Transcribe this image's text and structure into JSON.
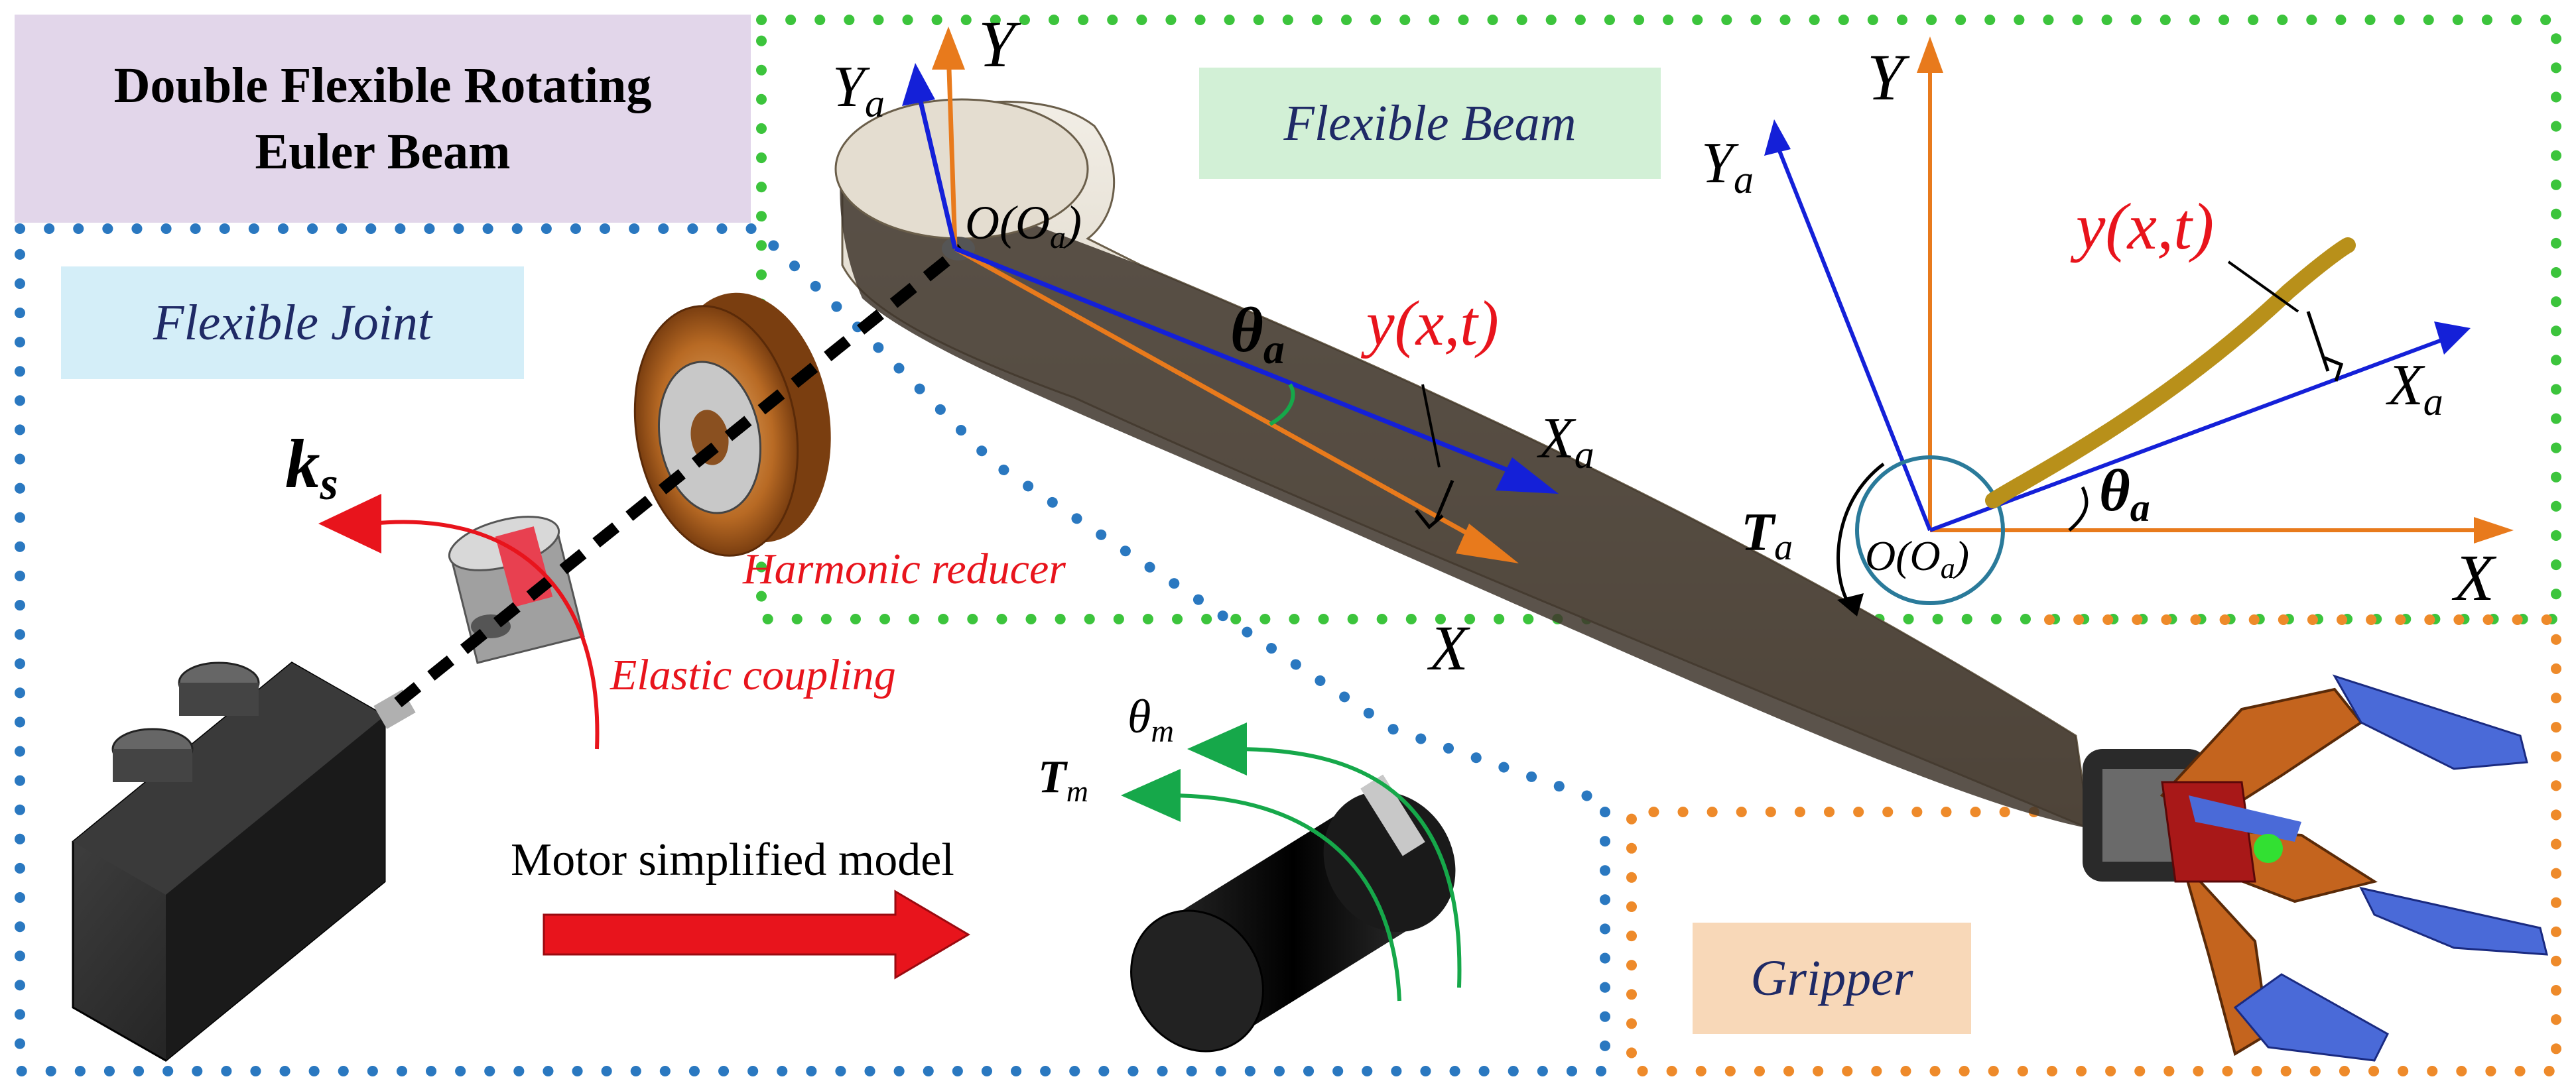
{
  "title": {
    "line1": "Double Flexible Rotating",
    "line2": "Euler Beam"
  },
  "sections": {
    "flexible_joint": "Flexible Joint",
    "flexible_beam": "Flexible Beam",
    "gripper": "Gripper"
  },
  "components": {
    "harmonic_reducer": "Harmonic reducer",
    "elastic_coupling": "Elastic coupling",
    "motor_model": "Motor simplified model"
  },
  "symbols": {
    "ks": "k",
    "ks_sub": "s",
    "theta_m": "θ",
    "theta_m_sub": "m",
    "T_m": "T",
    "T_m_sub": "m",
    "theta_a": "θ",
    "theta_a_sub": "a",
    "deflection": "y(x,t)",
    "X": "X",
    "Y": "Y",
    "Xa": "X",
    "Ya": "Y",
    "a_sub": "a",
    "origin": "O(O",
    "origin_sub": "a",
    "origin_close": ")",
    "T_a": "T",
    "T_a_sub": "a"
  },
  "colors": {
    "red": "#e8141c",
    "blue": "#1420d8",
    "orange": "#e87a1c",
    "green": "#16a84a",
    "dot_green": "#3cc43c",
    "dot_blue": "#2a78c0",
    "dot_orange": "#ee8a2a",
    "beam_gold": "#b8901a"
  }
}
